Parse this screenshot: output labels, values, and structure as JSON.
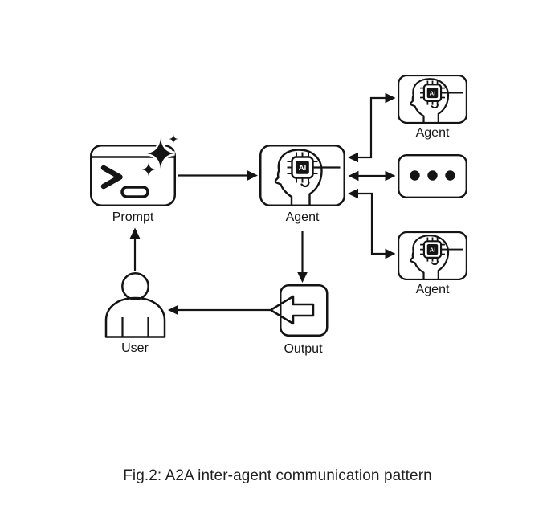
{
  "figure": {
    "caption": "Fig.2: A2A inter-agent communication pattern",
    "type": "flow-diagram"
  },
  "colors": {
    "background": "#ffffff",
    "ink": "#141414",
    "caption_text": "#1f1f1f",
    "chip_fill": "#141414",
    "chip_text_color": "#ffffff"
  },
  "nodes": {
    "prompt": {
      "label": "Prompt",
      "icon": "terminal-sparkle-icon"
    },
    "agent_center": {
      "label": "Agent",
      "icon": "ai-head-chip-icon",
      "chip_text": "AI"
    },
    "agent_top": {
      "label": "Agent",
      "icon": "ai-head-chip-icon",
      "chip_text": "AI"
    },
    "agent_bottom": {
      "label": "Agent",
      "icon": "ai-head-chip-icon",
      "chip_text": "AI"
    },
    "more_agents": {
      "icon": "ellipsis-icon"
    },
    "user": {
      "label": "User",
      "icon": "person-icon"
    },
    "output": {
      "label": "Output",
      "icon": "exit-arrow-icon"
    }
  },
  "edges": [
    {
      "from": "user",
      "to": "prompt",
      "style": "one-way"
    },
    {
      "from": "prompt",
      "to": "agent_center",
      "style": "one-way"
    },
    {
      "from": "agent_center",
      "to": "agent_top",
      "style": "two-way"
    },
    {
      "from": "agent_center",
      "to": "more_agents",
      "style": "two-way"
    },
    {
      "from": "agent_center",
      "to": "agent_bottom",
      "style": "two-way"
    },
    {
      "from": "agent_center",
      "to": "output",
      "style": "one-way"
    },
    {
      "from": "output",
      "to": "user",
      "style": "one-way"
    }
  ]
}
